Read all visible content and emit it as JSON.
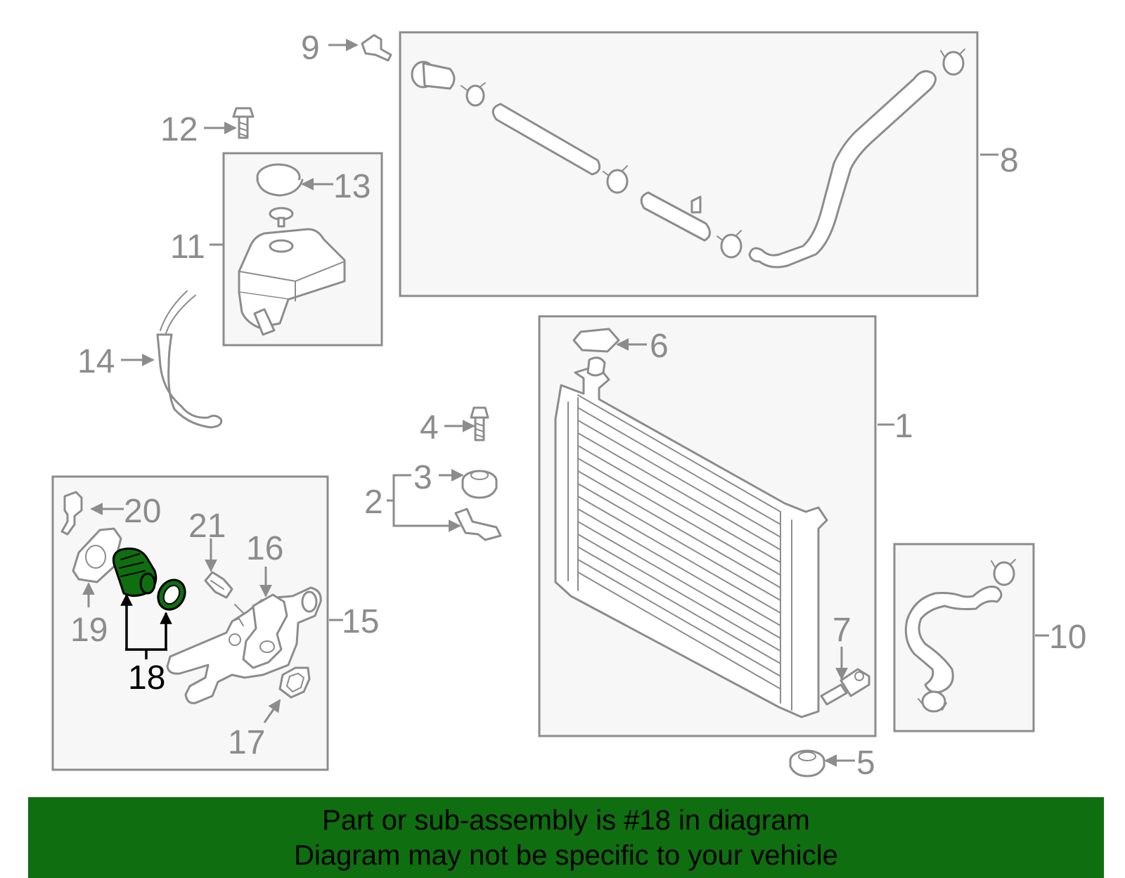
{
  "colors": {
    "banner_bg": "#0f6e0f",
    "highlight_part": "#0f6e0f",
    "line_gray": "#8c8c8c",
    "box_fill": "#f7f7f7"
  },
  "callouts": {
    "c1": "1",
    "c2": "2",
    "c3": "3",
    "c4": "4",
    "c5": "5",
    "c6": "6",
    "c7": "7",
    "c8": "8",
    "c9": "9",
    "c10": "10",
    "c11": "11",
    "c12": "12",
    "c13": "13",
    "c14": "14",
    "c15": "15",
    "c16": "16",
    "c17": "17",
    "c18": "18",
    "c19": "19",
    "c20": "20",
    "c21": "21"
  },
  "highlighted_part": "18",
  "banner": {
    "line1": "Part or sub-assembly is #18 in diagram",
    "line2": "Diagram may not be specific to your vehicle"
  }
}
